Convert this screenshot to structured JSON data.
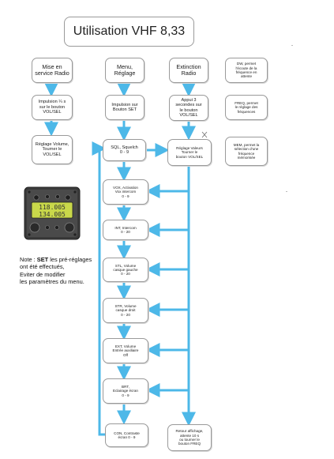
{
  "title": "Utilisation VHF 8,33",
  "colors": {
    "arrow": "#4db8e8",
    "box_border": "#9a9a9a",
    "lcd": "#c9d84a"
  },
  "columns": {
    "left": {
      "header": [
        "Mise en",
        "service Radio"
      ],
      "step1": [
        "Impulsion ¼ s",
        "sur le bouton",
        "VOL/SEL"
      ],
      "step2": [
        "Réglage Volume,",
        "Tourner le",
        "VOL/SEL"
      ]
    },
    "middle": {
      "header": [
        "Menu,",
        "Réglage"
      ],
      "step1": [
        "Impulsion sur",
        "Bouton SET"
      ],
      "menu": [
        {
          "lines": [
            "SQL, Squelch",
            "0 - 9"
          ]
        },
        {
          "lines": [
            "VOX, Activation",
            "Vox intercom",
            "0 - 9"
          ]
        },
        {
          "lines": [
            "INT, Intercom",
            "0 - 20"
          ]
        },
        {
          "lines": [
            "STL, Volume",
            "casque gauche",
            "0 - 20"
          ]
        },
        {
          "lines": [
            "STR, Volume",
            "casque droit",
            "0 - 20"
          ]
        },
        {
          "lines": [
            "EXT, Volume",
            "Entrée auxiliaire",
            "Off"
          ]
        },
        {
          "lines": [
            "BRT,",
            "Eclairage écran",
            "0 - 9"
          ]
        },
        {
          "lines": [
            "CON, Contraste",
            "écran 0 - 9"
          ]
        }
      ]
    },
    "right": {
      "header": [
        "Extinction",
        "Radio"
      ],
      "step1": [
        "Appui 3",
        "secondes sur",
        "le bouton",
        "VOL/SEL"
      ],
      "step2": [
        "Réglage Valeurs",
        "Tourner le",
        "bouton VOL/SEL"
      ],
      "last": [
        "Retour affichage,",
        "attente 10 s",
        "ou tourner le",
        "bouton FREQ"
      ]
    },
    "info": [
      [
        "DW, permet",
        "l'écoute de la",
        "fréquence en",
        "attente"
      ],
      [
        "FREQ, permet",
        "le réglage des",
        "fréquences"
      ],
      [
        "MEM, permet la",
        "sélection d'une",
        "fréquence",
        "mémorisée"
      ]
    ]
  },
  "device": {
    "freq_active": "118.005",
    "freq_standby": "134.005"
  },
  "note": {
    "prefix": "Note : ",
    "bold": "SET",
    "line1_rest": " les pré-réglages",
    "line2": "ont été effectués,",
    "line3": "Eviter de modifier",
    "line4": "les paramètres du menu."
  }
}
